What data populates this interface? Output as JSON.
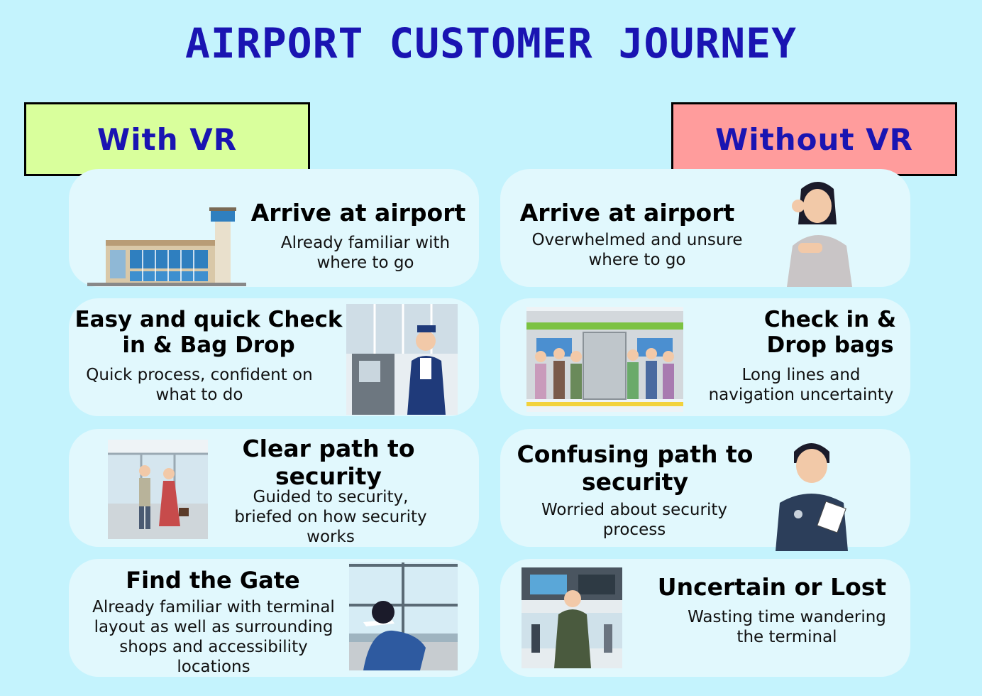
{
  "title": "AIRPORT CUSTOMER JOURNEY",
  "with_vr": {
    "header": "With VR",
    "steps": [
      {
        "title": "Arrive at airport",
        "desc": "Already familiar with where to go",
        "image": "airport-terminal-illustration"
      },
      {
        "title": "Easy and quick Check in & Bag Drop",
        "desc": "Quick process, confident on what to do",
        "image": "check-in-kiosk-staff-illustration"
      },
      {
        "title": "Clear path to security",
        "desc": "Guided to security, briefed on how security works",
        "image": "couple-walking-terminal-illustration"
      },
      {
        "title": "Find the Gate",
        "desc": "Already familiar with terminal layout as well as surrounding shops and accessibility locations",
        "image": "traveler-at-window-illustration"
      }
    ]
  },
  "without_vr": {
    "header": "Without VR",
    "steps": [
      {
        "title": "Arrive at airport",
        "desc": "Overwhelmed and unsure where to go",
        "image": "worried-woman-illustration"
      },
      {
        "title": "Check in & Drop bags",
        "desc": "Long lines and navigation uncertainty",
        "image": "crowd-waiting-train-illustration"
      },
      {
        "title": "Confusing path to security",
        "desc": "Worried about security process",
        "image": "security-officer-illustration"
      },
      {
        "title": "Uncertain or Lost",
        "desc": "Wasting time wandering the terminal",
        "image": "lost-traveler-departures-board-illustration"
      }
    ]
  },
  "colors": {
    "background": "#c4f3fd",
    "title": "#1a14b2",
    "with_vr_header": "#d9ff9c",
    "without_vr_header": "#ff9c9c",
    "card": "#e1f8fd"
  }
}
